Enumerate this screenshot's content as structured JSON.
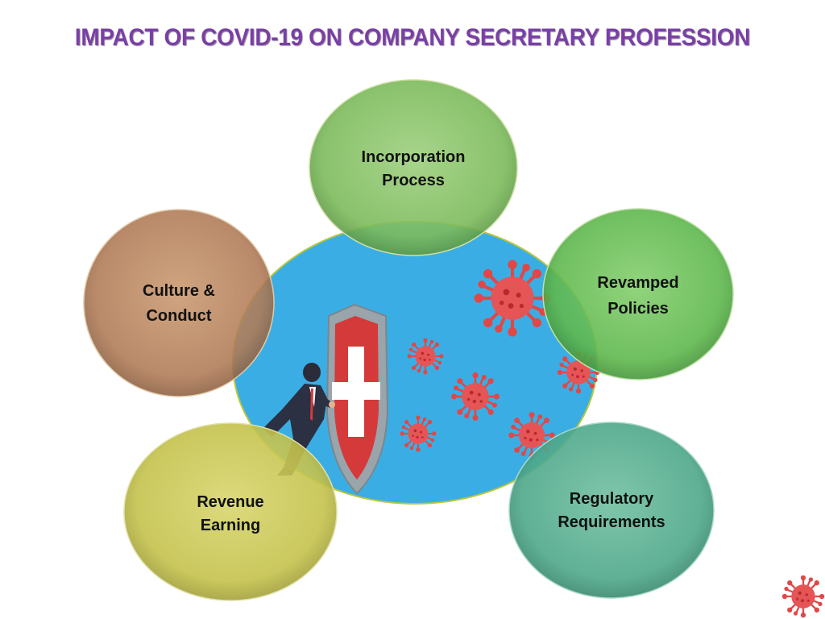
{
  "title": "IMPACT OF COVID-19 ON COMPANY SECRETARY PROFESSION",
  "colors": {
    "title": "#7a3fa6",
    "center_bg": "#3aaee4",
    "incorporation": "#7dbb5c",
    "revamped": "#5fb84e",
    "culture": "#b07a55",
    "revenue": "#c4c24c",
    "regulatory": "#4ea88a",
    "virus": "#e04848",
    "shield": "#d43a3a"
  },
  "nodes": {
    "incorporation": {
      "line1": "Incorporation",
      "line2": "Process"
    },
    "revamped": {
      "line1": "Revamped",
      "line2": "Policies"
    },
    "culture": {
      "line1": "Culture &",
      "line2": "Conduct"
    },
    "revenue": {
      "line1": "Revenue",
      "line2": "Earning"
    },
    "regulatory": {
      "line1": "Regulatory",
      "line2": "Requirements"
    }
  },
  "icons": {
    "center": "businessman-pushing-shield-against-virus",
    "corner": "coronavirus-icon"
  }
}
